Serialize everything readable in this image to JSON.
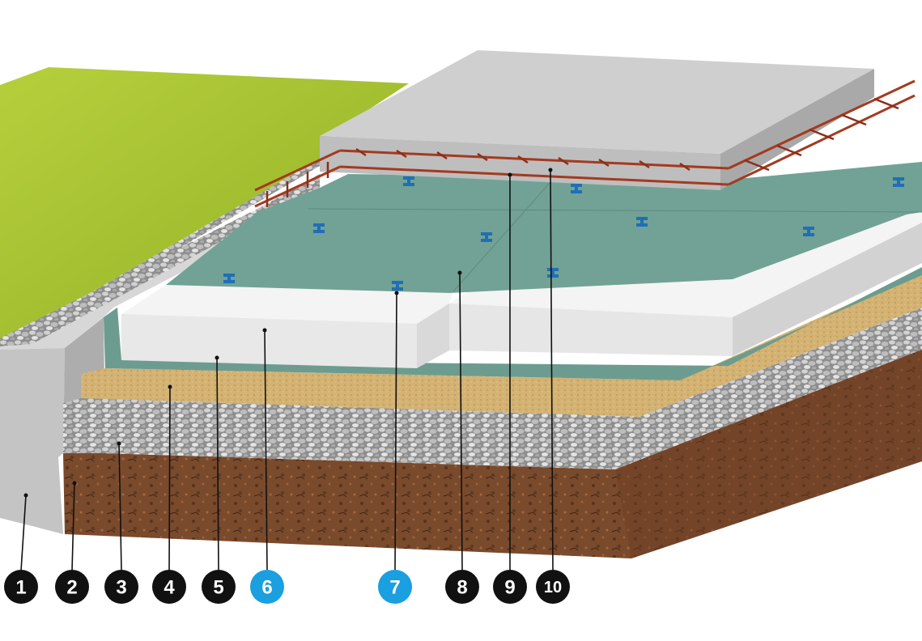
{
  "diagram": {
    "colors": {
      "marker_default": "#111111",
      "marker_highlight": "#1a9fe0",
      "grass": "#a9c531",
      "soil": "#7a4a2c",
      "gravel": "#b9b9b9",
      "sand": "#d8b878",
      "membrane": "#6f9f92",
      "insulation": "#eeeeee",
      "concrete": "#c9c9c9",
      "rebar": "#a33a20",
      "connector": "#1f6fb8"
    },
    "callouts": [
      {
        "number": "1",
        "highlight": false,
        "part": "concrete-footing"
      },
      {
        "number": "2",
        "highlight": false,
        "part": "ground-soil"
      },
      {
        "number": "3",
        "highlight": false,
        "part": "gravel-layer"
      },
      {
        "number": "4",
        "highlight": false,
        "part": "sand-layer"
      },
      {
        "number": "5",
        "highlight": false,
        "part": "membrane-lower"
      },
      {
        "number": "6",
        "highlight": true,
        "part": "insulation-board"
      },
      {
        "number": "7",
        "highlight": true,
        "part": "board-connector"
      },
      {
        "number": "8",
        "highlight": false,
        "part": "membrane-upper"
      },
      {
        "number": "9",
        "highlight": false,
        "part": "rebar-mesh-lower"
      },
      {
        "number": "10",
        "highlight": false,
        "part": "rebar-mesh-upper"
      }
    ]
  }
}
